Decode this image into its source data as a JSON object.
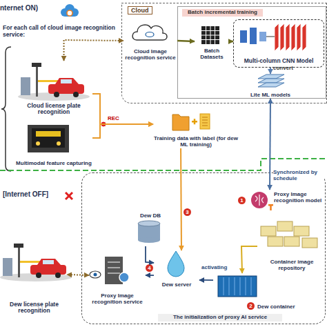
{
  "diagram": {
    "nodes": [
      {
        "text": [
          "Cloud"
        ]
      },
      {
        "text": [
          "Batch incremental training"
        ],
        "in": 0
      },
      {
        "text": [
          "Cloud Image recognition service"
        ],
        "in": 0
      },
      {
        "text": [
          "Batch Datasets"
        ],
        "in": 1
      },
      {
        "text": [
          "Multi-column CNN Model"
        ],
        "in": 1
      },
      {
        "text": [
          "Lite ML models"
        ],
        "in": 1
      },
      {
        "text": [
          "Cloud license plate recognition"
        ]
      },
      {
        "text": [
          "Multimodal feature capturing"
        ]
      },
      {
        "text": [
          "Training data with label (for dew ML training)"
        ]
      },
      {
        "text": [
          "The initialization of proxy AI service"
        ]
      },
      {
        "text": [
          "Proxy Image recognition model"
        ],
        "in": 9
      },
      {
        "text": [
          "Container image repository"
        ],
        "in": 9
      },
      {
        "text": [
          "Dew container"
        ],
        "in": 9
      },
      {
        "text": [
          "Dew DB"
        ],
        "in": 9
      },
      {
        "text": [
          "Dew server"
        ],
        "in": 9
      },
      {
        "text": [
          "Proxy Image recognition service"
        ],
        "in": 9
      },
      {
        "text": [
          "Dew license plate recognition"
        ]
      }
    ],
    "edges": [
      {
        "from": 6,
        "to": 2,
        "arrow": "both"
      },
      {
        "from": 2,
        "to": 3,
        "arrow": "to"
      },
      {
        "from": 3,
        "to": 4,
        "arrow": "to"
      },
      {
        "from": 4,
        "to": 5,
        "label": "convert",
        "arrow": "to"
      },
      {
        "from": 6,
        "to": 8,
        "arrow": "to"
      },
      {
        "from": 7,
        "to": 8,
        "arrow": "to"
      },
      {
        "from": 8,
        "to": 14,
        "arrow": "to"
      },
      {
        "from": 5,
        "to": 10,
        "label": "Synchronized by schedule",
        "arrow": "both"
      },
      {
        "from": 11,
        "to": 12,
        "arrow": "to"
      },
      {
        "from": 12,
        "to": 14,
        "label": "activating",
        "arrow": "to"
      },
      {
        "from": 13,
        "to": 14,
        "arrow": "to"
      },
      {
        "from": 14,
        "to": 15,
        "arrow": "to"
      },
      {
        "from": 15,
        "to": 16,
        "arrow": "both"
      }
    ],
    "labels": [
      "nternet ON)",
      "For each call of cloud image recognition service:",
      "REC",
      "[Internet OFF]",
      "1",
      "2",
      "3",
      "4"
    ]
  }
}
